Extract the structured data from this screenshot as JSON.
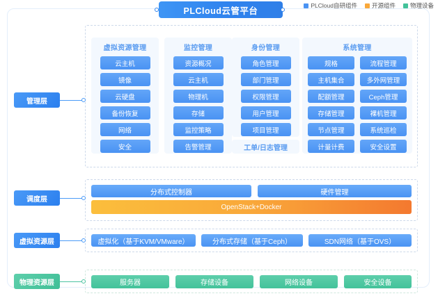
{
  "header": {
    "title": "PLCloud云管平台",
    "legend": [
      {
        "label": "PLCloud自研组件",
        "color": "#4a93f3"
      },
      {
        "label": "开源组件",
        "color": "#f9a83a"
      },
      {
        "label": "物理设备",
        "color": "#43c29a"
      }
    ]
  },
  "layers": [
    {
      "key": "management",
      "label": "管理层",
      "color": "#2b7fee"
    },
    {
      "key": "scheduling",
      "label": "调度层",
      "color": "#2b7fee"
    },
    {
      "key": "virtual",
      "label": "虚拟资源层",
      "color": "#2b7fee"
    },
    {
      "key": "physical",
      "label": "物理资源层",
      "color": "#3fbf97"
    }
  ],
  "management": {
    "groups": [
      {
        "title": "虚拟资源管理",
        "items": [
          "云主机",
          "镜像",
          "云硬盘",
          "备份恢复",
          "网络",
          "安全"
        ]
      },
      {
        "title": "监控管理",
        "items": [
          "资源概况",
          "云主机",
          "物理机",
          "存储",
          "监控策略",
          "告警管理"
        ]
      },
      {
        "title": "身份管理",
        "items": [
          "角色管理",
          "部门管理",
          "权限管理",
          "用户管理",
          "项目管理"
        ]
      },
      {
        "title": "系统管理",
        "col1": [
          "规格",
          "主机集合",
          "配额管理",
          "存储管理",
          "节点管理",
          "计量计费"
        ],
        "col2": [
          "流程管理",
          "多外网管理",
          "Ceph管理",
          "裸机管理",
          "系统巡检",
          "安全设置"
        ]
      }
    ],
    "workorder": "工单/日志管理"
  },
  "scheduling": {
    "top": [
      {
        "label": "分布式控制器",
        "color": "#4a93f3"
      },
      {
        "label": "硬件管理",
        "color": "#4a93f3"
      }
    ],
    "bottom": {
      "label": "OpenStack+Docker",
      "color": "#f9a83a"
    }
  },
  "virtual": {
    "items": [
      "虚拟化（基于KVM/VMware）",
      "分布式存储（基于Ceph）",
      "SDN网络（基于OVS）"
    ]
  },
  "physical": {
    "items": [
      "服务器",
      "存储设备",
      "网络设备",
      "安全设备"
    ]
  }
}
